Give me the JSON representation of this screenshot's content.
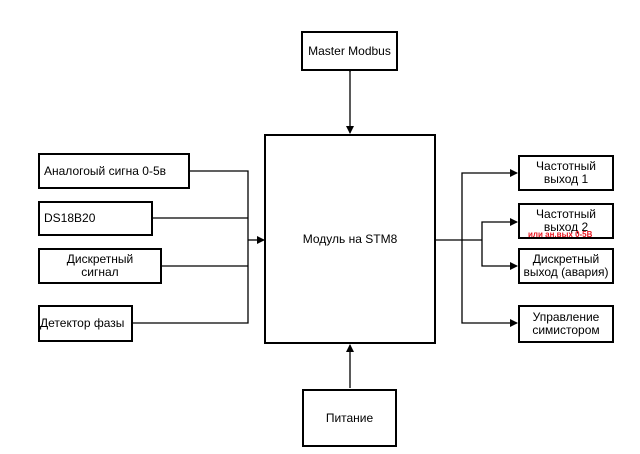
{
  "blocks": {
    "master": "Master Modbus",
    "module": "Модуль на STM8",
    "power": "Питание",
    "analog_in": "Аналогоый сигна 0-5в",
    "ds18b20": "DS18B20",
    "discrete_in_1": "Дискретный",
    "discrete_in_2": "сигнал",
    "phase_detector": "Детектор фазы",
    "freq_out_1_a": "Частотный",
    "freq_out_1_b": "выход 1",
    "freq_out_2_a": "Частотный",
    "freq_out_2_b": "выход 2",
    "freq_out_2_note": "или ан.вых 0-5В",
    "discrete_out_a": "Дискретный",
    "discrete_out_b": "выход (авария)",
    "triac_a": "Управление",
    "triac_b": "симистором"
  }
}
